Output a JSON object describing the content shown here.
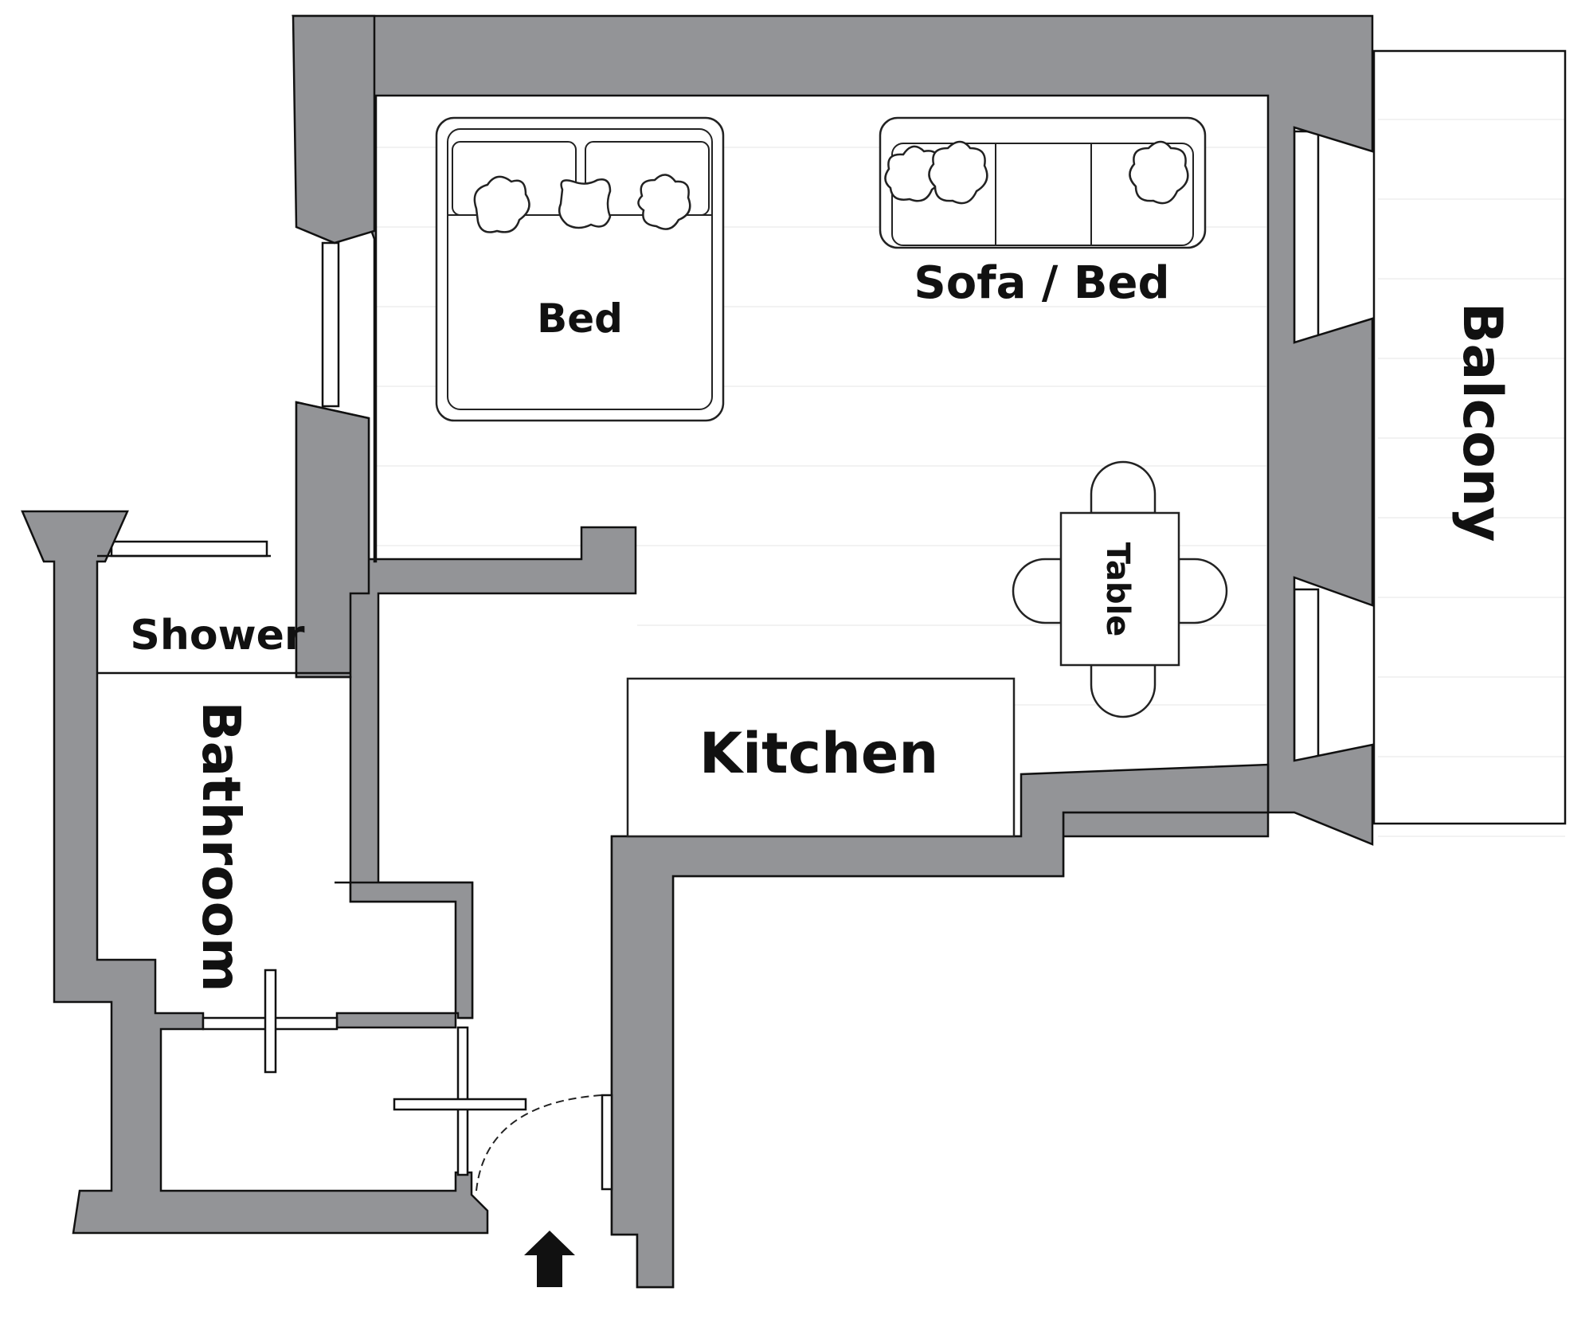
{
  "floorplan": {
    "rooms": {
      "bed": "Bed",
      "sofa_bed": "Sofa / Bed",
      "balcony": "Balcony",
      "table": "Table",
      "kitchen": "Kitchen",
      "shower": "Shower",
      "bathroom": "Bathroom"
    },
    "entrance_icon": "up-arrow-icon",
    "colors": {
      "wall": "#939497",
      "outline": "#111111",
      "background": "#ffffff"
    }
  }
}
